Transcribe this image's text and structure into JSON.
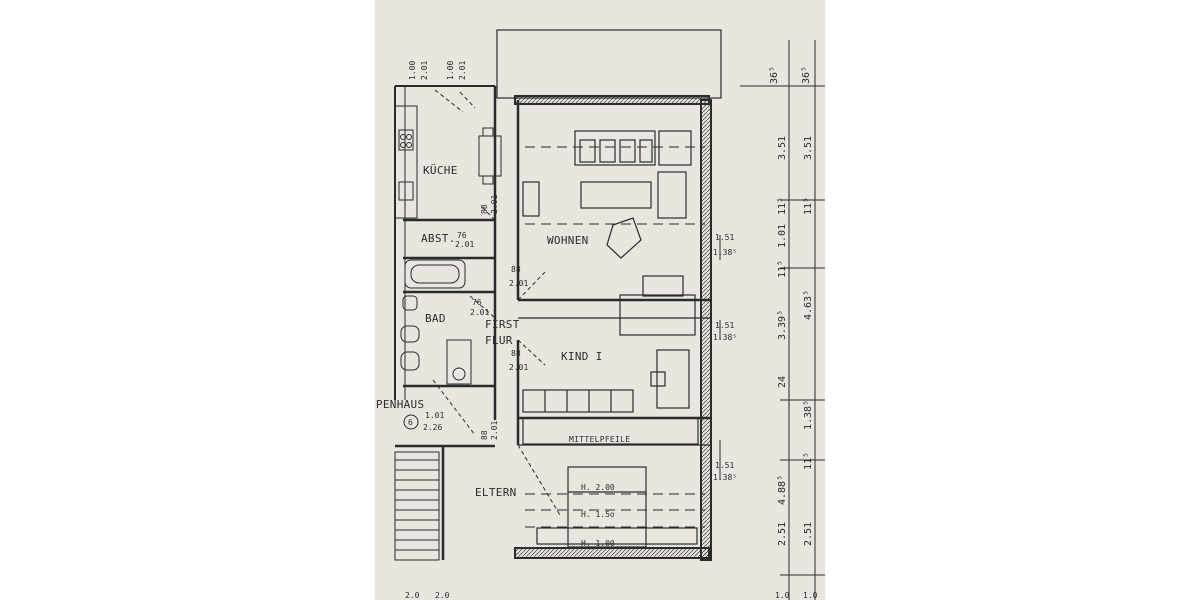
{
  "rooms": {
    "kueche": "KÜCHE",
    "wohnen": "WOHNEN",
    "abst": "ABST.",
    "bad": "BAD",
    "flur_line1": "FIRST",
    "flur_line2": "FLUR",
    "kind": "KIND I",
    "treppenhaus": "PPENHAUS",
    "eltern": "ELTERN",
    "mittelpfeiler": "MITTELPFEILE"
  },
  "marker": "6",
  "heights": [
    "H. 2.00",
    "H. 1.5o",
    "H. 1.00"
  ],
  "openings": {
    "abst_w": "76",
    "abst_h": "2.01",
    "bad_w": "76",
    "bad_h": "2.01",
    "flur_w": "88",
    "flur_h": "2.01",
    "kind_w": "88",
    "kind_h": "2.01",
    "stair_w": "1.01",
    "stair_h": "2.26",
    "wohnen_w": "88",
    "wohnen_h": "2.01",
    "eltern_w": "88",
    "eltern_h": "2.01",
    "win1_w": "1.51",
    "win1_h": "1.38⁵",
    "win2_w": "1.51",
    "win2_h": "1.38⁵",
    "win3_w": "1.51",
    "win3_h": "1.38⁵"
  },
  "top_dims": [
    "1.00",
    "2.01",
    "1.00",
    "2.01"
  ],
  "right_dims": {
    "top": [
      "36⁵",
      "36⁵"
    ],
    "col1": [
      "3.51",
      "11⁵",
      "1.01",
      "11⁵",
      "3.39⁵",
      "24",
      "4.88⁵",
      "2.51"
    ],
    "col2": [
      "3.51",
      "11⁵",
      "4.63⁵",
      "1.38⁵",
      "11⁵",
      "2.51"
    ],
    "bottom": [
      "2.0",
      "2.0",
      "1.0",
      "1.0"
    ]
  }
}
